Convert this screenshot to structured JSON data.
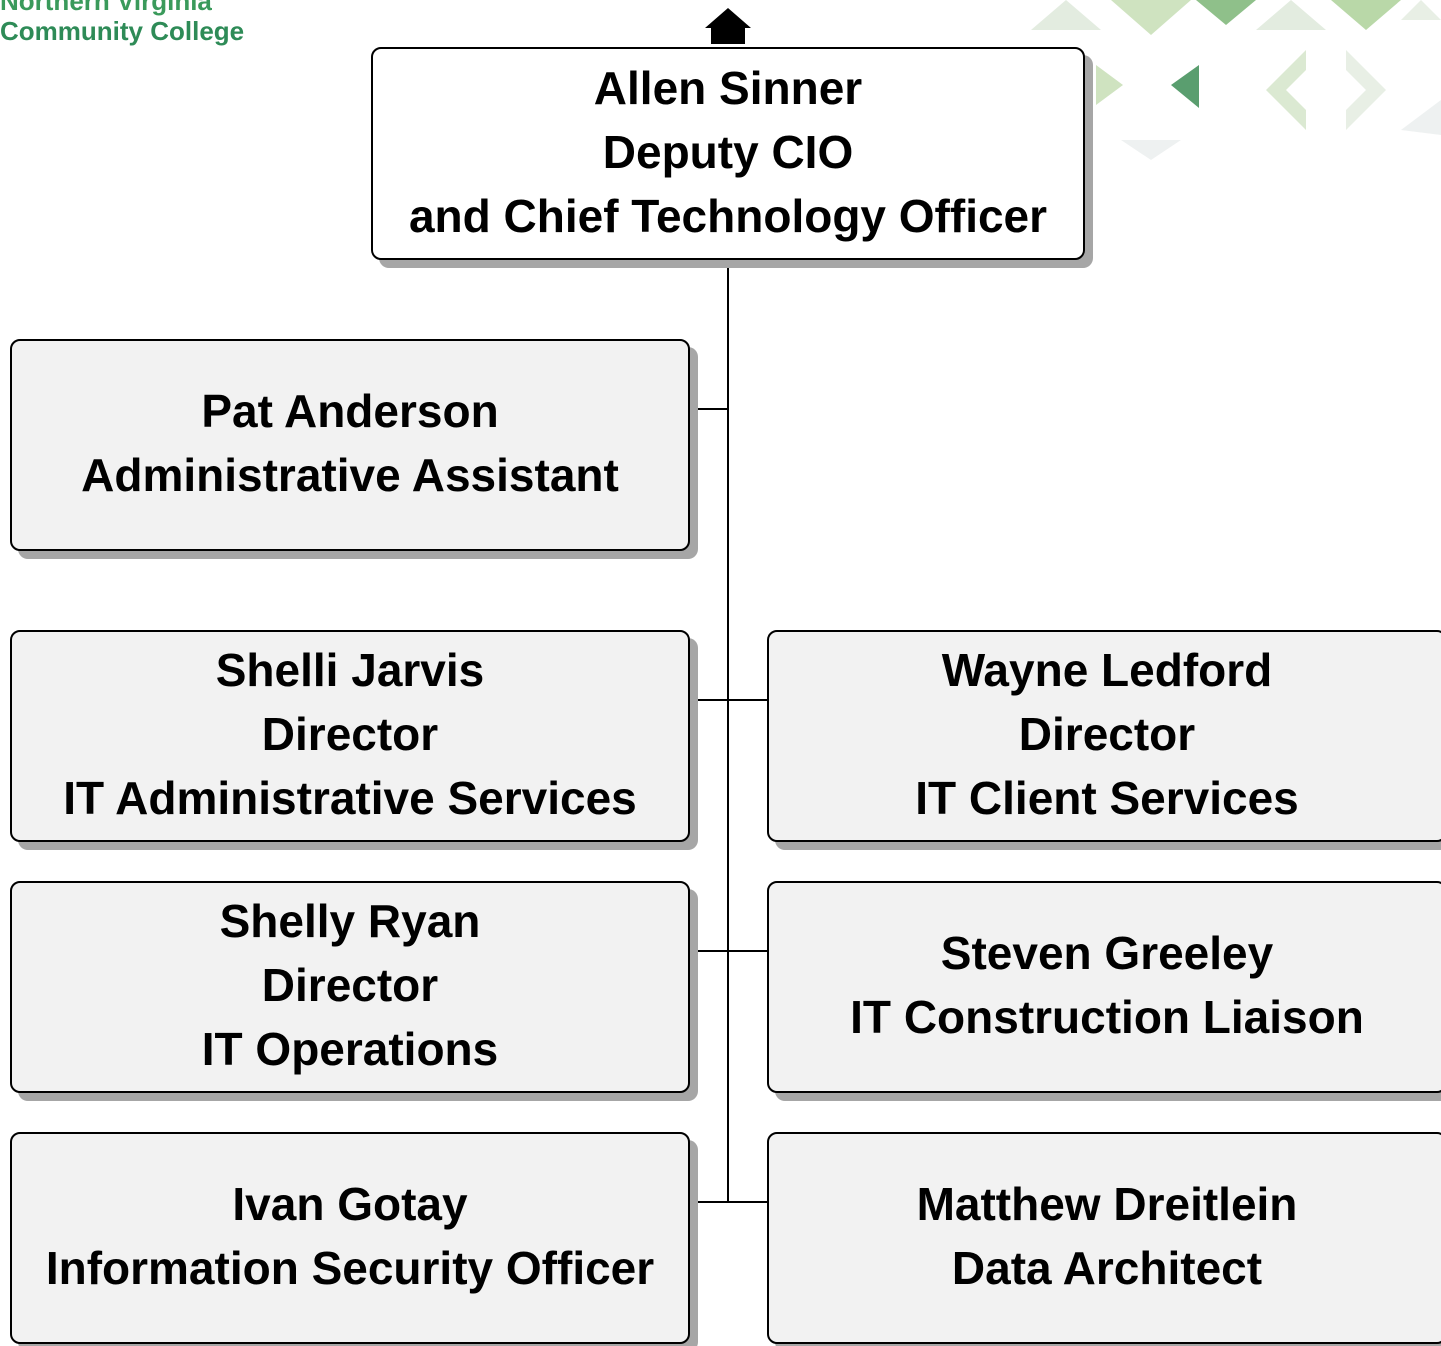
{
  "logo": {
    "line1": "Northern Virginia",
    "line2": "Community College",
    "colors": {
      "primary": "#2e8b57"
    }
  },
  "chart": {
    "top": {
      "name": "Allen Sinner",
      "title1": "Deputy CIO",
      "title2": "and Chief Technology Officer"
    },
    "reports": {
      "pat": {
        "name": "Pat Anderson",
        "title1": "Administrative Assistant"
      },
      "shelli": {
        "name": "Shelli Jarvis",
        "title1": "Director",
        "title2": "IT Administrative Services"
      },
      "wayne": {
        "name": "Wayne Ledford",
        "title1": "Director",
        "title2": "IT Client Services"
      },
      "shelly": {
        "name": "Shelly Ryan",
        "title1": "Director",
        "title2": "IT Operations"
      },
      "steven": {
        "name": "Steven Greeley",
        "title1": "IT Construction Liaison"
      },
      "ivan": {
        "name": "Ivan Gotay",
        "title1": "Information Security Officer"
      },
      "matthew": {
        "name": "Matthew Dreitlein",
        "title1": "Data Architect"
      }
    }
  },
  "colors": {
    "box_fill": "#f2f2f2",
    "box_shadow": "#a6a6a6",
    "deco_green_dark": "#5a9e6f",
    "deco_green_light": "#cfe3c0"
  },
  "icons": {
    "up_arrow": "up-arrow-icon"
  }
}
